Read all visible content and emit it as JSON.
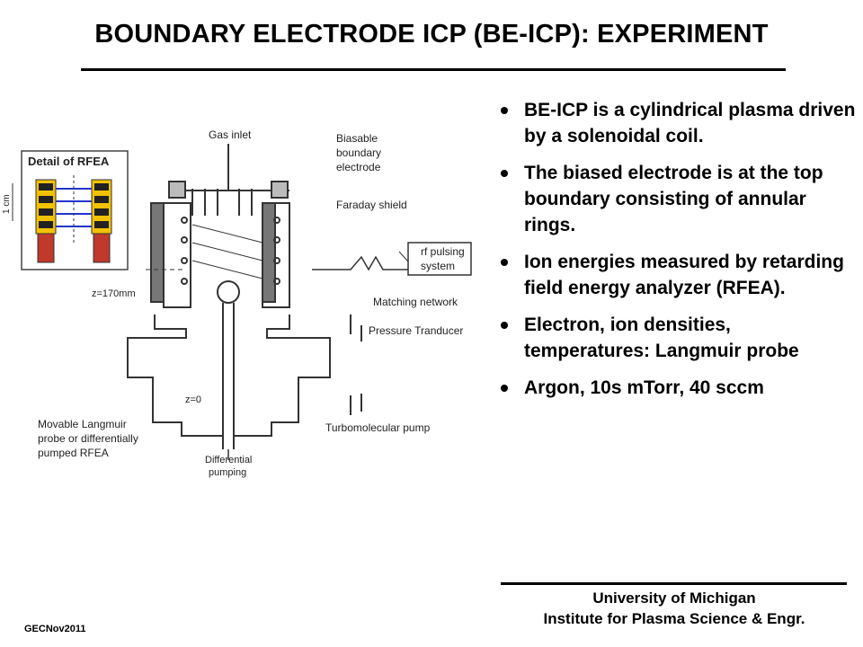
{
  "slide": {
    "title": "BOUNDARY ELECTRODE ICP (BE-ICP): EXPERIMENT",
    "footer_left": "GECNov2011",
    "affiliation_line1": "University of Michigan",
    "affiliation_line2": "Institute for Plasma Science & Engr."
  },
  "bullets": [
    "BE-ICP is a cylindrical plasma driven by a solenoidal coil.",
    "The biased electrode is at the top boundary consisting of annular rings.",
    "Ion energies measured by retarding field energy analyzer (RFEA).",
    "Electron, ion densities, temperatures: Langmuir probe",
    "Argon, 10s mTorr, 40 sccm"
  ],
  "diagram": {
    "detail_title": "Detail of RFEA",
    "scale_label": "1 cm",
    "gas_inlet": "Gas inlet",
    "biasable_1": "Biasable",
    "biasable_2": "boundary",
    "biasable_3": "electrode",
    "faraday": "Faraday shield",
    "rf_1": "rf pulsing",
    "rf_2": "system",
    "matching": "Matching network",
    "z170": "z=170mm",
    "pressure": "Pressure Tranducer",
    "z0": "z=0",
    "turbo": "Turbomolecular pump",
    "movable_1": "Movable Langmuir",
    "movable_2": "probe or differentially",
    "movable_3": "pumped RFEA",
    "diff_1": "Differential",
    "diff_2": "pumping"
  }
}
